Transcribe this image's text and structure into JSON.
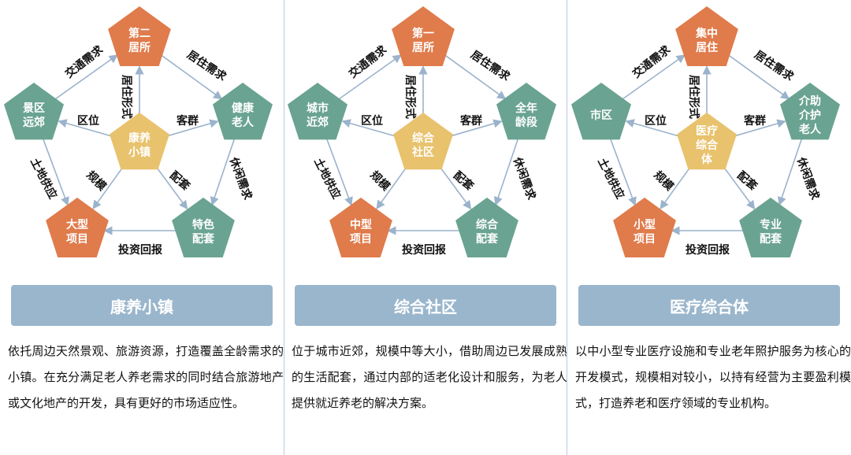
{
  "colors": {
    "orange": "#e07b4c",
    "teal": "#6aa391",
    "gold": "#e8c26d",
    "arrow": "#9bb3cc",
    "title_bg": "#9ab6cc"
  },
  "columns": [
    {
      "nodes": {
        "top": [
          "第二",
          "居所"
        ],
        "left": [
          "景区",
          "远郊"
        ],
        "right": [
          "健康",
          "老人"
        ],
        "center": [
          "康养",
          "小镇"
        ],
        "bottom_left": [
          "大型",
          "项目"
        ],
        "bottom_right": [
          "特色",
          "配套"
        ]
      },
      "edge_labels": {
        "transport": "交通需求",
        "living_demand": "居住需求",
        "living_form": "居住形式",
        "location": "区位",
        "customer": "客群",
        "land": "土地供应",
        "scale": "规模",
        "supporting": "配套",
        "leisure": "休闲需求",
        "investment": "投资回报"
      },
      "title": "康养小镇",
      "description": "依托周边天然景观、旅游资源，打造覆盖全龄需求的小镇。在充分满足老人养老需求的同时结合旅游地产或文化地产的开发，具有更好的市场适应性。"
    },
    {
      "nodes": {
        "top": [
          "第一",
          "居所"
        ],
        "left": [
          "城市",
          "近郊"
        ],
        "right": [
          "全年",
          "龄段"
        ],
        "center": [
          "综合",
          "社区"
        ],
        "bottom_left": [
          "中型",
          "项目"
        ],
        "bottom_right": [
          "综合",
          "配套"
        ]
      },
      "edge_labels": {
        "transport": "交通需求",
        "living_demand": "居住需求",
        "living_form": "居住形式",
        "location": "区位",
        "customer": "客群",
        "land": "土地供应",
        "scale": "规模",
        "supporting": "配套",
        "leisure": "休闲需求",
        "investment": "投资回报"
      },
      "title": "综合社区",
      "description": "位于城市近郊，规模中等大小，借助周边已发展成熟的生活配套，通过内部的适老化设计和服务，为老人提供就近养老的解决方案。"
    },
    {
      "nodes": {
        "top": [
          "集中",
          "居住"
        ],
        "left": [
          "市区"
        ],
        "right": [
          "介助",
          "介护",
          "老人"
        ],
        "center": [
          "医疗",
          "综合",
          "体"
        ],
        "bottom_left": [
          "小型",
          "项目"
        ],
        "bottom_right": [
          "专业",
          "配套"
        ]
      },
      "edge_labels": {
        "transport": "交通需求",
        "living_demand": "居住需求",
        "living_form": "居住形式",
        "location": "区位",
        "customer": "客群",
        "land": "土地供应",
        "scale": "规模",
        "supporting": "配套",
        "leisure": "休闲需求",
        "investment": "投资回报"
      },
      "title": "医疗综合体",
      "description": "以中小型专业医疗设施和专业老年照护服务为核心的开发模式，规模相对较小，以持有经营为主要盈利模式，打造养老和医疗领域的专业机构。"
    }
  ]
}
